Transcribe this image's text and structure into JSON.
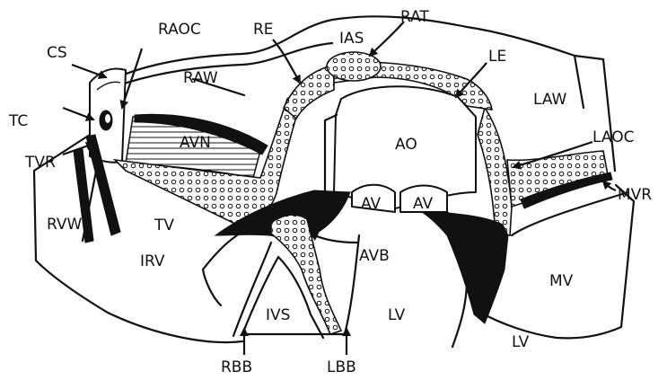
{
  "figure": {
    "labels": {
      "CS": "CS",
      "RAOC": "RAOC",
      "RE": "RE",
      "IAS": "IAS",
      "RAT": "RAT",
      "LE": "LE",
      "RAW": "RAW",
      "LAW": "LAW",
      "TC": "TC",
      "AVN": "AVN",
      "AO": "AO",
      "LAOC": "LAOC",
      "TVR": "TVR",
      "MVR": "MVR",
      "RVW": "RVW",
      "TV": "TV",
      "AV_left": "AV",
      "AV_right": "AV",
      "AVB": "AVB",
      "IRV": "IRV",
      "MV": "MV",
      "IVS": "IVS",
      "LV_center": "LV",
      "LV_right": "LV",
      "RBB": "RBB",
      "LBB": "LBB"
    }
  }
}
